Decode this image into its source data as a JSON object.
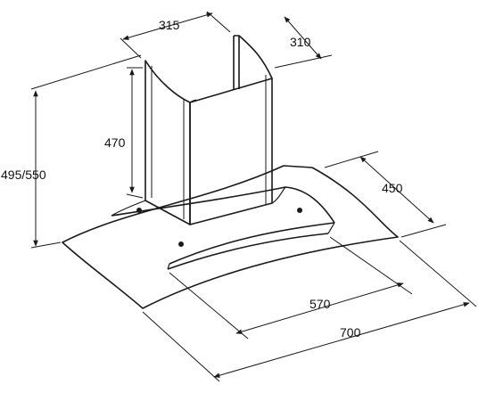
{
  "diagram": {
    "colors": {
      "line": "#1a1a1a",
      "background": "#ffffff"
    },
    "dimensions": {
      "chimney_width": "315",
      "chimney_depth": "310",
      "chimney_height": "470",
      "total_height": "495/550",
      "canopy_depth": "450",
      "glass_inner_width": "570",
      "overall_width": "700"
    }
  }
}
